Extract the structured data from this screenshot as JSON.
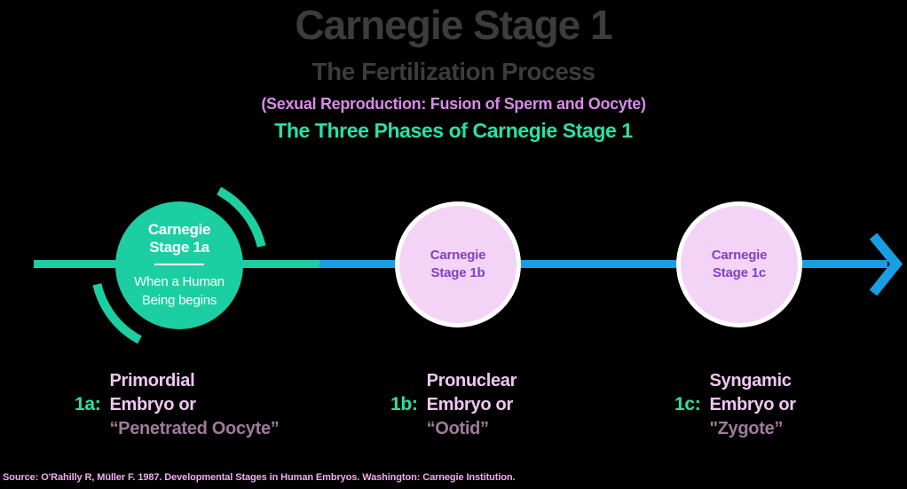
{
  "header": {
    "title": "Carnegie Stage 1",
    "subtitle": "The Fertilization Process",
    "tagline": "(Sexual Reproduction: Fusion of Sperm and Oocyte)",
    "phases_heading": "The Three Phases of Carnegie Stage 1"
  },
  "timeline": {
    "stages": [
      {
        "id": "1a",
        "circle_line1": "Carnegie",
        "circle_line2": "Stage 1a",
        "note_line1": "When a Human",
        "note_line2": "Being begins"
      },
      {
        "id": "1b",
        "circle_line1": "Carnegie",
        "circle_line2": "Stage 1b"
      },
      {
        "id": "1c",
        "circle_line1": "Carnegie",
        "circle_line2": "Stage 1c"
      }
    ]
  },
  "labels": [
    {
      "prefix": "1a:",
      "line1": "Primordial",
      "line2": "Embryo or",
      "line3": "“Penetrated Oocyte”"
    },
    {
      "prefix": "1b:",
      "line1": "Pronuclear",
      "line2": "Embryo or",
      "line3": "“Ootid”"
    },
    {
      "prefix": "1c:",
      "line1": "Syngamic",
      "line2": "Embryo or",
      "line3": "\"Zygote”"
    }
  ],
  "footer": {
    "source": "Source: O'Rahilly R, Müller F. 1987. Developmental Stages in Human Embryos. Washington: Carnegie Institution."
  },
  "colors": {
    "background": "#000000",
    "title_gray": "#3c3c3c",
    "tagline_violet": "#d98be8",
    "heading_green": "#2be0a7",
    "stage_green": "#1ccfa2",
    "timeline_blue": "#189fe3",
    "stage_pink_fill": "#f4d4f6",
    "circle_ring_white": "#ffffff",
    "stage_purple_text": "#8040c8",
    "label_pink": "#efc6f2",
    "label_mauve": "#9f7b9d",
    "source_pink": "#f0aef0"
  }
}
